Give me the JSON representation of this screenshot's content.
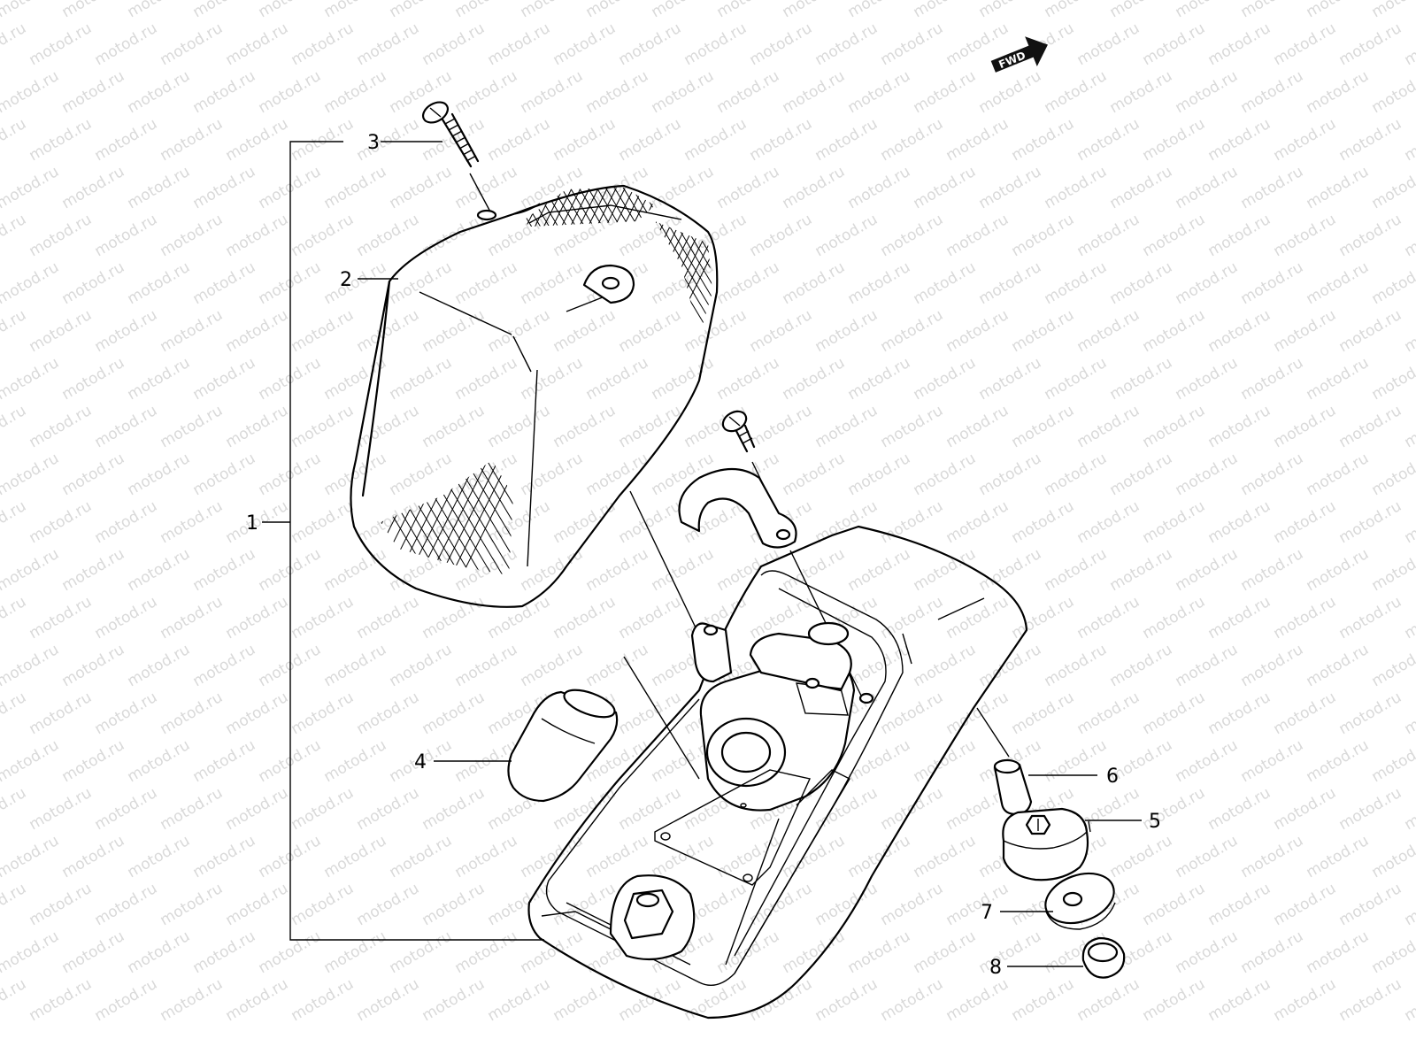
{
  "watermark": {
    "text": "motod.ru",
    "color": "#d9d9d9"
  },
  "fwd_badge": {
    "label": "FWD"
  },
  "callouts": [
    {
      "id": "1",
      "label": "1"
    },
    {
      "id": "2",
      "label": "2"
    },
    {
      "id": "3",
      "label": "3"
    },
    {
      "id": "4",
      "label": "4"
    },
    {
      "id": "5",
      "label": "5"
    },
    {
      "id": "6",
      "label": "6"
    },
    {
      "id": "7",
      "label": "7"
    },
    {
      "id": "8",
      "label": "8"
    }
  ],
  "parts": [
    {
      "callout": "1",
      "name": "signal-lamp-assembly"
    },
    {
      "callout": "2",
      "name": "lens-icon"
    },
    {
      "callout": "3",
      "name": "lens-screw-icon"
    },
    {
      "callout": "4",
      "name": "bulb-icon"
    },
    {
      "callout": "5",
      "name": "rubber-cushion-icon"
    },
    {
      "callout": "6",
      "name": "spacer-collar-icon"
    },
    {
      "callout": "7",
      "name": "washer-icon"
    },
    {
      "callout": "8",
      "name": "nut-icon"
    }
  ]
}
